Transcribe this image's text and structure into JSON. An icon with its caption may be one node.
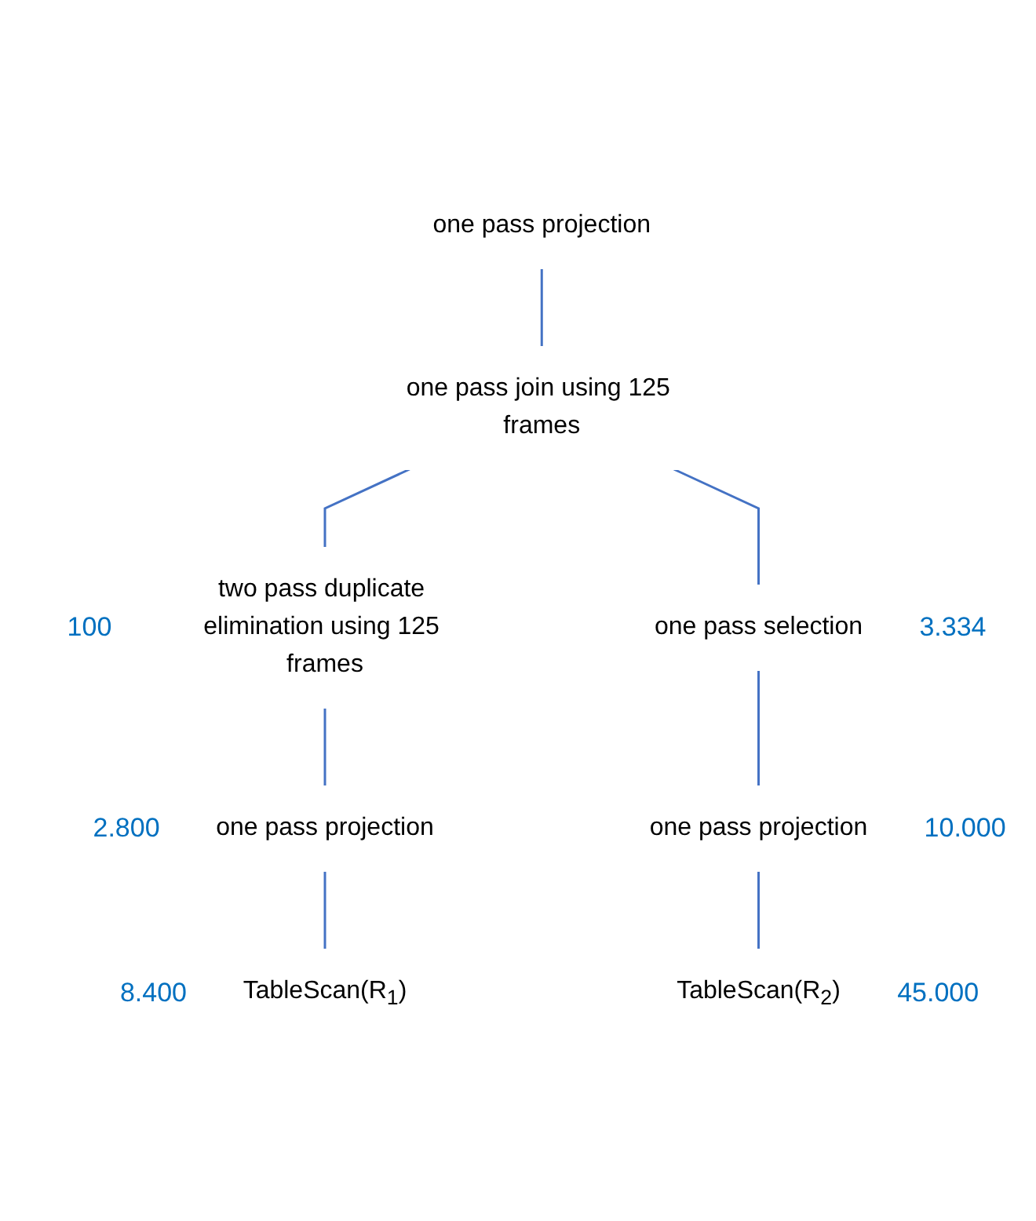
{
  "diagram": {
    "nodes": [
      {
        "text": [
          "one pass projection"
        ]
      },
      {
        "text": [
          "one pass join using 125 frames"
        ]
      },
      {
        "text": [
          "two pass duplicate elimination using 125 frames"
        ],
        "beside": [
          "100"
        ]
      },
      {
        "text": [
          "one pass selection"
        ],
        "beside": [
          "3.334"
        ]
      },
      {
        "text": [
          "one pass projection"
        ],
        "beside": [
          "2.800"
        ]
      },
      {
        "text": [
          "one pass projection"
        ],
        "beside": [
          "10.000"
        ]
      },
      {
        "text": [
          "TableScan(R$_{1}$)"
        ],
        "beside": [
          "8.400"
        ]
      },
      {
        "text": [
          "TableScan(R$_{2}$)"
        ],
        "beside": [
          "45.000"
        ]
      }
    ],
    "edges": [
      {
        "from": 0,
        "to": 1,
        "arrow": "none"
      },
      {
        "from": 1,
        "to": 2,
        "arrow": "none"
      },
      {
        "from": 1,
        "to": 3,
        "arrow": "none"
      },
      {
        "from": 2,
        "to": 4,
        "arrow": "none"
      },
      {
        "from": 3,
        "to": 5,
        "arrow": "none"
      },
      {
        "from": 4,
        "to": 6,
        "arrow": "none"
      },
      {
        "from": 5,
        "to": 7,
        "arrow": "none"
      }
    ]
  }
}
